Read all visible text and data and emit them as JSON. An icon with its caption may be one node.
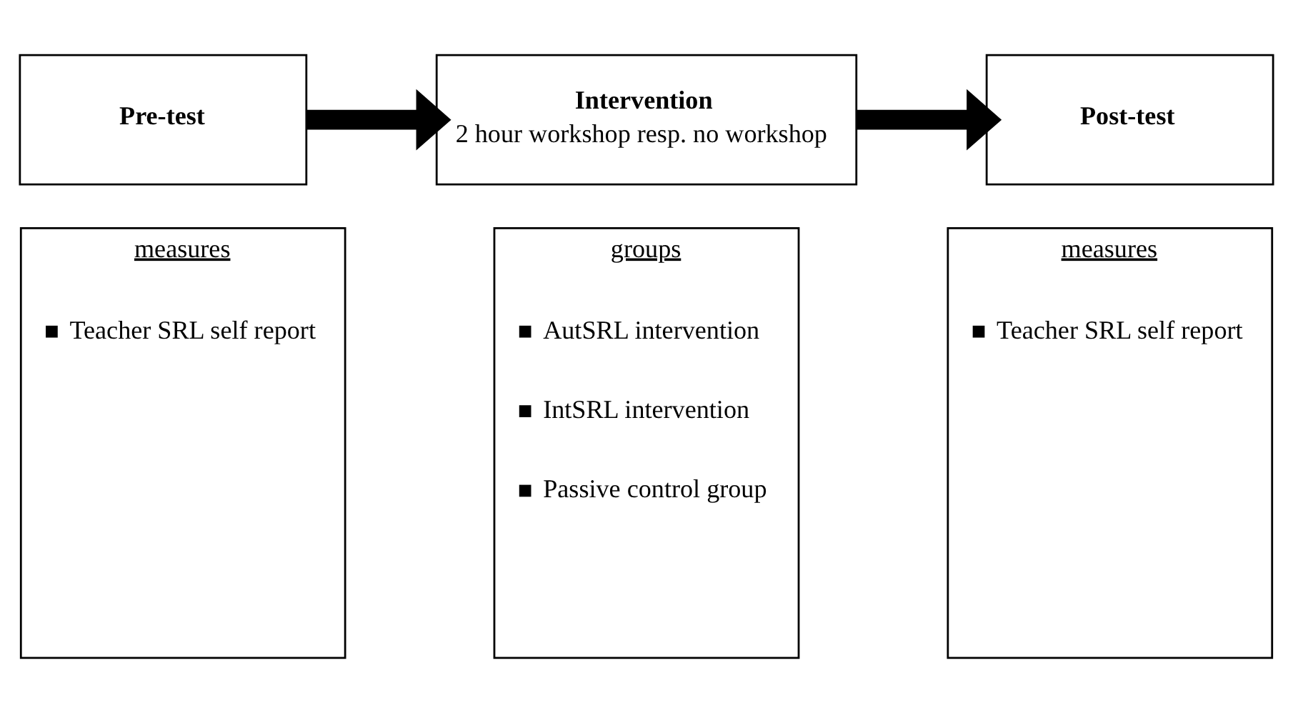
{
  "diagram": {
    "nodes": [
      {
        "text": [
          "Pre-test"
        ]
      },
      {
        "text": [
          "Intervention",
          "2 hour workshop resp. no workshop"
        ]
      },
      {
        "text": [
          "Post-test"
        ]
      },
      {
        "text": [
          "measures",
          "Teacher SRL self report"
        ]
      },
      {
        "text": [
          "groups",
          "AutSRL intervention",
          "IntSRL intervention",
          "Passive control group"
        ]
      },
      {
        "text": [
          "measures",
          "Teacher SRL self report"
        ]
      }
    ],
    "edges": [
      {
        "from": 0,
        "to": 1,
        "arrow": "to"
      },
      {
        "from": 1,
        "to": 2,
        "arrow": "to"
      }
    ]
  }
}
